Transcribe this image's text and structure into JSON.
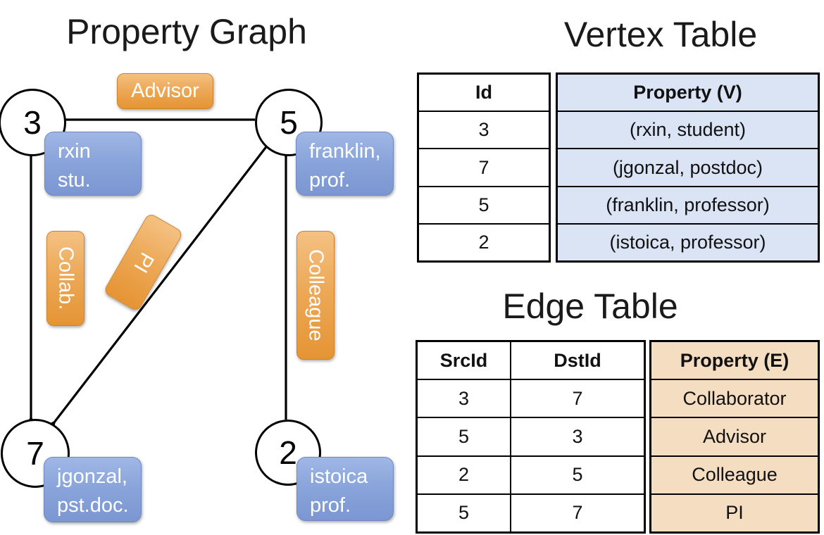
{
  "graph": {
    "title": "Property Graph",
    "nodes": [
      {
        "id": "3",
        "lines": [
          "rxin",
          "stu."
        ]
      },
      {
        "id": "5",
        "lines": [
          "franklin,",
          "prof."
        ]
      },
      {
        "id": "7",
        "lines": [
          "jgonzal,",
          "pst.doc."
        ]
      },
      {
        "id": "2",
        "lines": [
          "istoica",
          "prof."
        ]
      }
    ],
    "edges": [
      {
        "label": "Advisor",
        "src": "5",
        "dst": "3"
      },
      {
        "label": "Collab.",
        "src": "3",
        "dst": "7"
      },
      {
        "label": "PI",
        "src": "5",
        "dst": "7"
      },
      {
        "label": "Colleague",
        "src": "2",
        "dst": "5"
      }
    ]
  },
  "vertex_table": {
    "title": "Vertex Table",
    "id_header": "Id",
    "property_header": "Property (V)",
    "rows": [
      {
        "id": "3",
        "property": "(rxin, student)"
      },
      {
        "id": "7",
        "property": "(jgonzal, postdoc)"
      },
      {
        "id": "5",
        "property": "(franklin, professor)"
      },
      {
        "id": "2",
        "property": "(istoica, professor)"
      }
    ]
  },
  "edge_table": {
    "title": "Edge Table",
    "src_header": "SrcId",
    "dst_header": "DstId",
    "property_header": "Property (E)",
    "rows": [
      {
        "src": "3",
        "dst": "7",
        "property": "Collaborator"
      },
      {
        "src": "5",
        "dst": "3",
        "property": "Advisor"
      },
      {
        "src": "2",
        "dst": "5",
        "property": "Colleague"
      },
      {
        "src": "5",
        "dst": "7",
        "property": "PI"
      }
    ]
  },
  "colors": {
    "node_label_blue": "#8AA5DA",
    "edge_label_orange": "#EDA958",
    "vertex_property_bg": "#DAE4F4",
    "edge_property_bg": "#F5DDC1",
    "line_black": "#000000"
  }
}
